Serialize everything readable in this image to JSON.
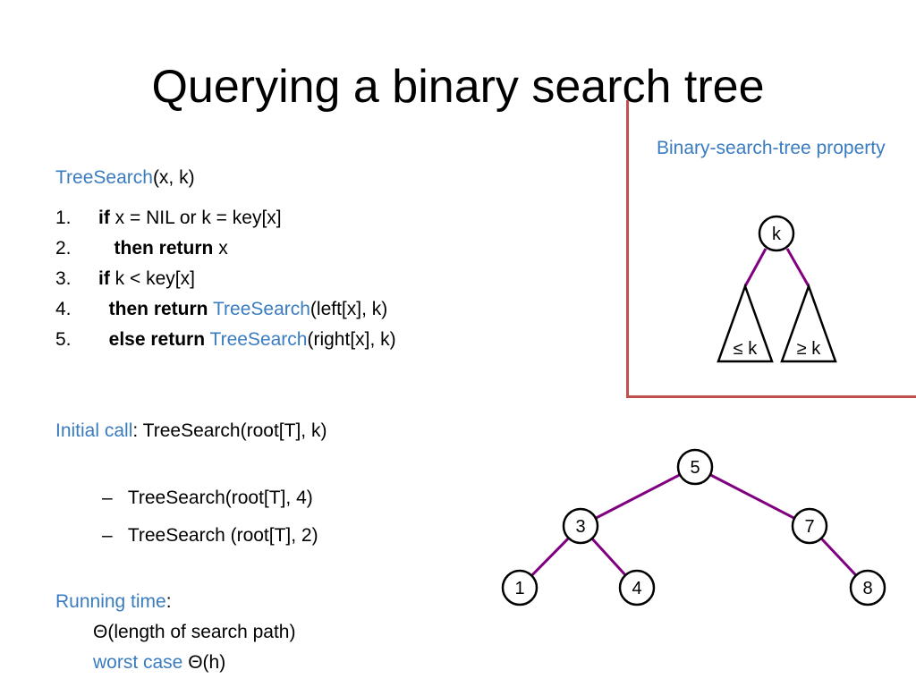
{
  "slide": {
    "title": "Querying a binary search tree"
  },
  "pseudocode": {
    "header": {
      "name": "TreeSearch",
      "args": "(x, k)"
    },
    "lines": [
      {
        "num": "1.",
        "kw": "if",
        "text": " x = NIL or k = key[x]"
      },
      {
        "num": "2.",
        "kw": "then return",
        "text": " x"
      },
      {
        "num": "3.",
        "kw": "if",
        "text": " k < key[x]"
      },
      {
        "num": "4.",
        "kw": "then return",
        "call": "TreeSearch",
        "text": "(left[x], k)"
      },
      {
        "num": "5.",
        "kw": "else return",
        "call": "TreeSearch",
        "text": "(right[x], k)"
      }
    ]
  },
  "initial_call": {
    "label": "Initial call",
    "text": ": TreeSearch(root[T], k)",
    "examples": [
      "TreeSearch(root[T], 4)",
      "TreeSearch (root[T], 2)"
    ],
    "bullet": "–"
  },
  "running_time": {
    "label": "Running time",
    "colon": ":",
    "line1": "Θ(length of search path)",
    "worst_label": "worst case",
    "worst_value": " Θ(h)"
  },
  "property": {
    "label": "Binary-search-tree property",
    "root": "k",
    "left_subtree": "≤ k",
    "right_subtree": "≥ k"
  },
  "example_tree": {
    "nodes": [
      "5",
      "3",
      "7",
      "1",
      "4",
      "8"
    ]
  },
  "colors": {
    "accent_blue": "#3a7cc0",
    "edge_purple": "#800080",
    "border_red": "#c0504d"
  }
}
